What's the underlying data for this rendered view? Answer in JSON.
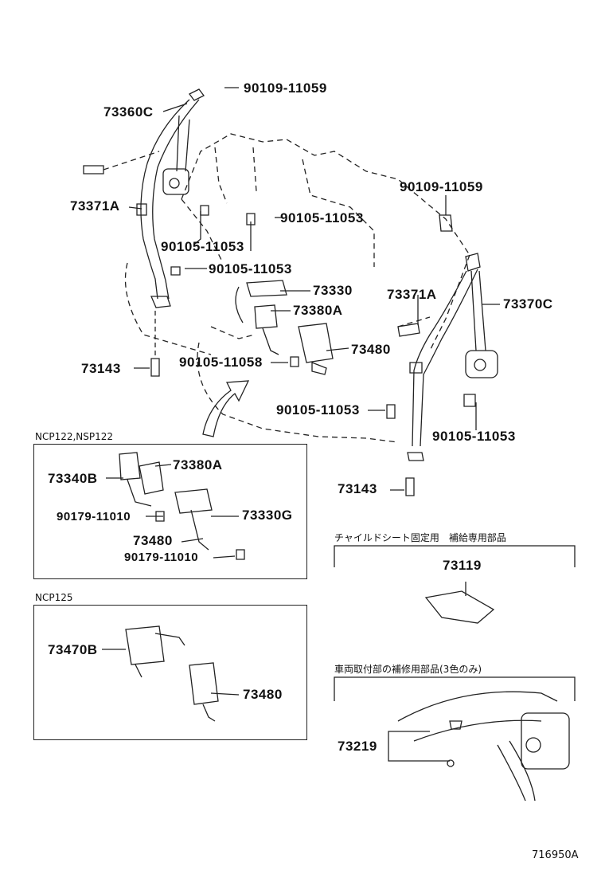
{
  "main_diagram": {
    "labels": {
      "bolt_top": "90109-11059",
      "belt_left": "73360C",
      "clip_left": "73371A",
      "bolt_left_mid": "90105-11053",
      "bolt_center": "90105-11053",
      "bolt_left_low": "90105-11053",
      "belt_center": "73330",
      "buckle_center": "73380A",
      "buckle_center_right": "73480",
      "bolt_center_low": "90105-11058",
      "anchor_left": "73143",
      "bolt_right_top": "90109-11059",
      "clip_right": "73371A",
      "belt_right": "73370C",
      "bolt_right_mid": "90105-11053",
      "bolt_right_low": "90105-11053",
      "anchor_right": "73143"
    }
  },
  "box_ncp122": {
    "caption": "NCP122,NSP122",
    "labels": {
      "belt": "73340B",
      "buckle_a": "73380A",
      "bolt_a": "90179-11010",
      "belt_g": "73330G",
      "buckle_b": "73480",
      "bolt_b": "90179-11010"
    }
  },
  "box_ncp125": {
    "caption": "NCP125",
    "labels": {
      "belt": "73470B",
      "buckle": "73480"
    }
  },
  "child_seat": {
    "caption": "チャイルドシート固定用　補給専用部品",
    "label": "73119"
  },
  "repair": {
    "caption": "車両取付部の補修用部品(3色のみ)",
    "label": "73219"
  },
  "figure_id": "716950A"
}
